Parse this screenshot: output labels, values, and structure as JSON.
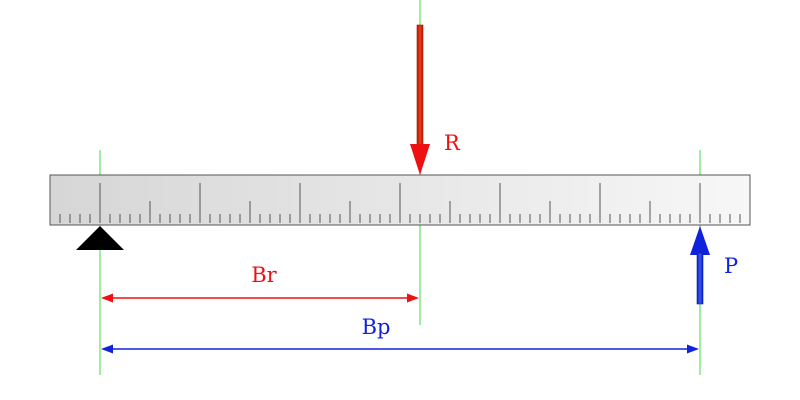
{
  "labels": {
    "resultant_force": "R",
    "applied_force": "P",
    "resultant_arm": "Br",
    "applied_arm": "Bp"
  },
  "colors": {
    "resultant": "#ee1111",
    "applied": "#1122dd",
    "guide_line": "#66dd66",
    "fulcrum": "#000000",
    "beam_fill": "#e8e8e8",
    "beam_stroke": "#555555"
  }
}
